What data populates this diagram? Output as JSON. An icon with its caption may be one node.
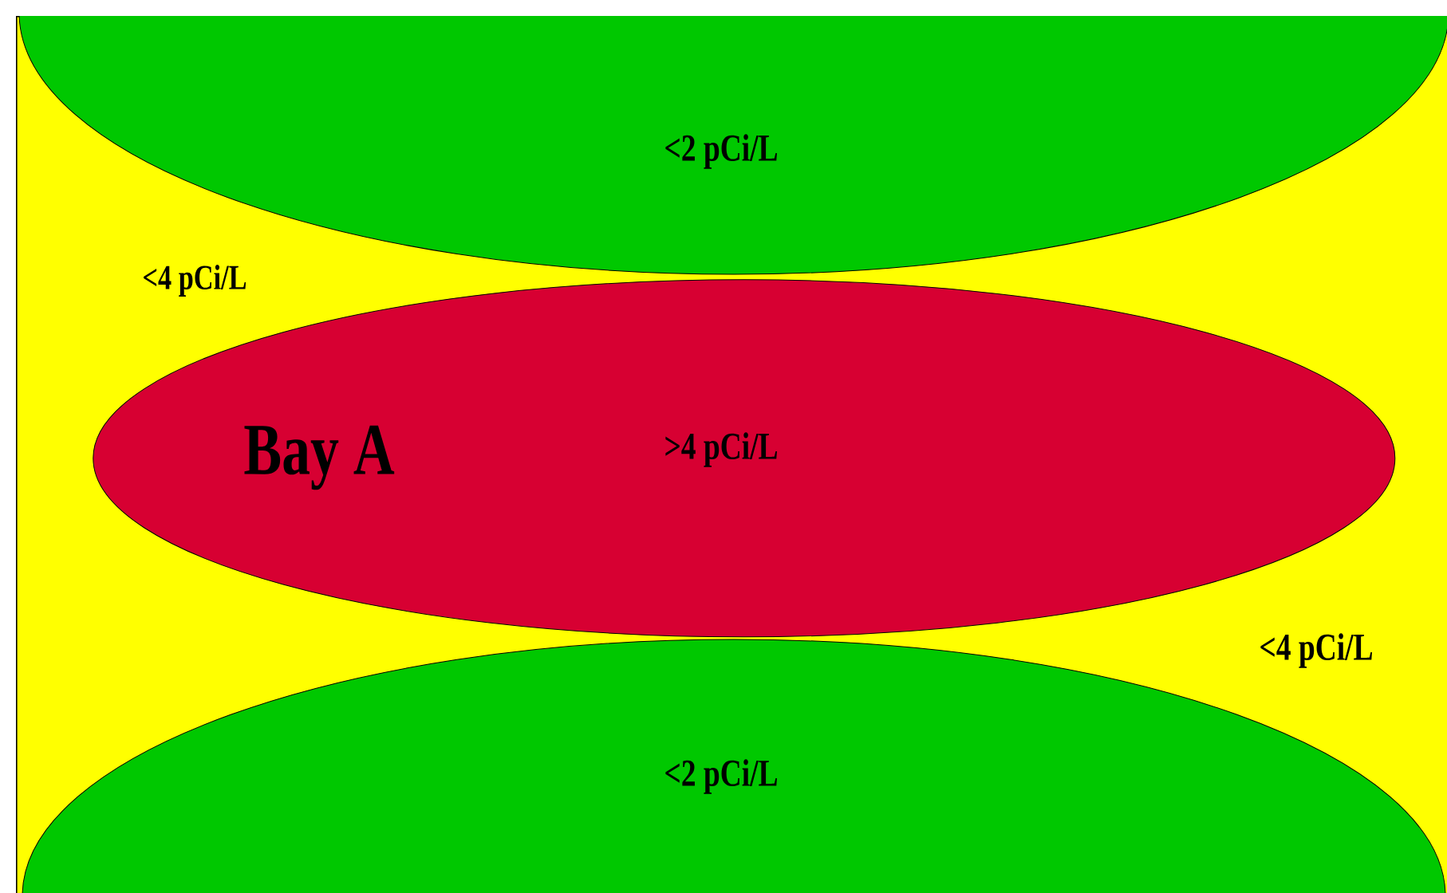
{
  "diagram": {
    "nodes": [
      {
        "text": [
          "<4 pCi/L",
          "<4 pCi/L"
        ]
      },
      {
        "text": [
          "<2 pCi/L"
        ]
      },
      {
        "text": [
          "Bay A",
          ">4 pCi/L"
        ],
        "in": 0
      },
      {
        "text": [
          "<2 pCi/L"
        ]
      }
    ]
  }
}
